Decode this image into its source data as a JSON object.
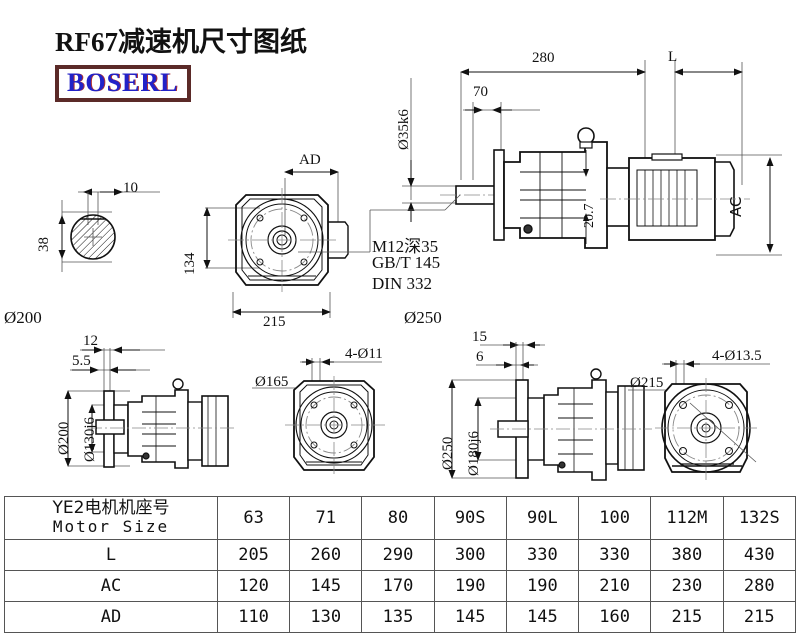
{
  "page": {
    "title": "RF67减速机尺寸图纸",
    "logo_text": "BOSERL",
    "logo_border_color": "#5b2a28",
    "logo_text_color": "#2222c8"
  },
  "views": {
    "keyway_detail": {
      "dim_width": "10",
      "dim_height": "38"
    },
    "gearbox_front": {
      "dim_ad": "AD",
      "dim_height": "134",
      "dim_width": "215"
    },
    "main_assembly": {
      "dim_280": "280",
      "dim_L": "L",
      "dim_70": "70",
      "dim_shaft": "Ø35k6",
      "dim_ac": "AC",
      "dim_20_7": "20.7",
      "note_1": "M12深35",
      "note_2": "GB/T 145",
      "note_3": "DIN 332"
    },
    "flange_200_side": {
      "caption": "Ø200",
      "dim_12": "12",
      "dim_5_5": "5.5",
      "dim_outer": "Ø200",
      "dim_pilot": "Ø130j6"
    },
    "flange_200_front": {
      "dim_bolt_circle": "Ø165",
      "dim_holes": "4-Ø11"
    },
    "flange_250_side": {
      "caption": "Ø250",
      "dim_15": "15",
      "dim_6": "6",
      "dim_outer": "Ø250",
      "dim_pilot": "Ø180j6"
    },
    "flange_250_front": {
      "dim_bolt_circle": "Ø215",
      "dim_holes": "4-Ø13.5"
    }
  },
  "spec_table": {
    "header_cn": "YE2电机机座号",
    "header_en": "Motor Size",
    "columns": [
      "63",
      "71",
      "80",
      "90S",
      "90L",
      "100",
      "112M",
      "132S"
    ],
    "rows": [
      {
        "label": "L",
        "values": [
          "205",
          "260",
          "290",
          "300",
          "330",
          "330",
          "380",
          "430"
        ]
      },
      {
        "label": "AC",
        "values": [
          "120",
          "145",
          "170",
          "190",
          "190",
          "210",
          "230",
          "280"
        ]
      },
      {
        "label": "AD",
        "values": [
          "110",
          "130",
          "135",
          "145",
          "145",
          "160",
          "215",
          "215"
        ]
      }
    ]
  }
}
